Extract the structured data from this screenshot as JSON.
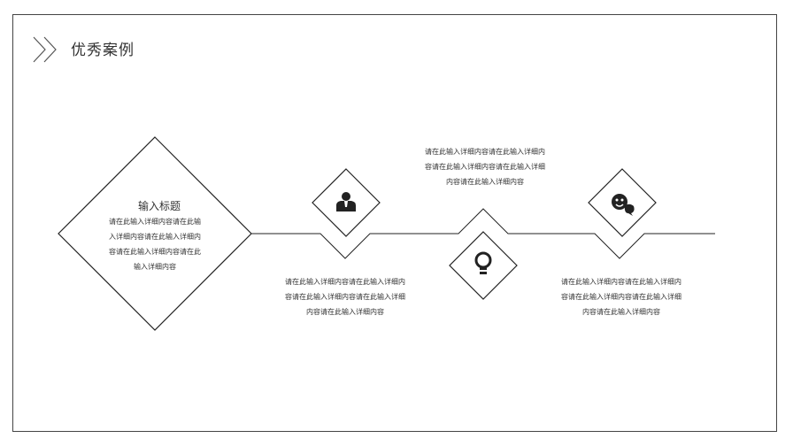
{
  "header": {
    "title": "优秀案例"
  },
  "main_card": {
    "title": "输入标题",
    "text": "请在此输入详细内容请在此输\n入详细内容请在此输入详细内\n容请在此输入详细内容请在此\n输入详细内容"
  },
  "items": [
    {
      "icon": "person-icon",
      "text": "请在此输入详细内容请在此输入详细内\n容请在此输入详细内容请在此输入详细\n内容请在此输入详细内容"
    },
    {
      "icon": "lightbulb-icon",
      "text": "请在此输入详细内容请在此输入详细内\n容请在此输入详细内容请在此输入详细\n内容请在此输入详细内容"
    },
    {
      "icon": "chat-icon",
      "text": "请在此输入详细内容请在此输入详细内\n容请在此输入详细内容请在此输入详细\n内容请在此输入详细内容"
    }
  ],
  "colors": {
    "line": "#222222",
    "text": "#333333"
  }
}
